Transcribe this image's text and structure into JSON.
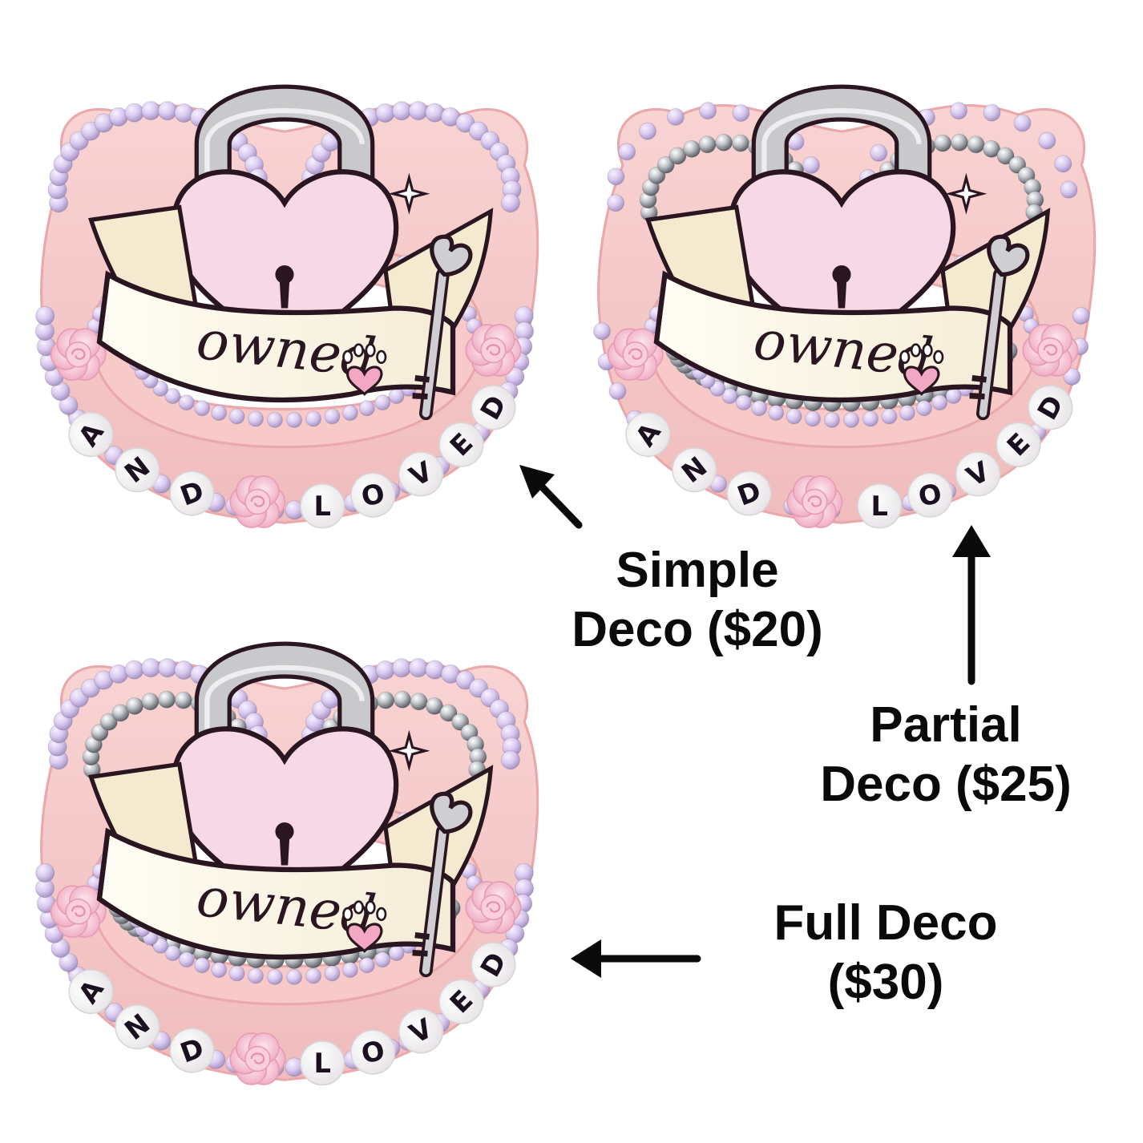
{
  "colors": {
    "base": "#f7c9c9",
    "base_dark": "#e9a9ab",
    "pearl": "#d6c6ec",
    "pearl_highlight": "#f4eefc",
    "steel": "#b9bcc2",
    "steel_highlight": "#f2f3f5",
    "rose": "#f6bfd0",
    "bead": "#ffffff",
    "bead_text": "#1b1020",
    "banner": "#fbf4e4",
    "lock_body": "#f7d9e6",
    "lock_shackle": "#c9c9cc",
    "outline": "#2a1620",
    "arrow": "#0a0a0a"
  },
  "pacifiers": [
    {
      "variant": "simple",
      "banner_text": "owned",
      "bead_letters": [
        "A",
        "N",
        "D",
        "L",
        "O",
        "V",
        "E",
        "D"
      ],
      "outer_pearls": true,
      "inner_pearls": true,
      "steel_beads": false
    },
    {
      "variant": "partial",
      "banner_text": "owned",
      "bead_letters": [
        "A",
        "N",
        "D",
        "L",
        "O",
        "V",
        "E",
        "D"
      ],
      "outer_pearls": false,
      "inner_pearls": true,
      "steel_beads": true
    },
    {
      "variant": "full",
      "banner_text": "owned",
      "bead_letters": [
        "A",
        "N",
        "D",
        "L",
        "O",
        "V",
        "E",
        "D"
      ],
      "outer_pearls": true,
      "inner_pearls": true,
      "steel_beads": true
    }
  ],
  "captions": {
    "simple": {
      "line1": "Simple",
      "line2": "Deco ($20)"
    },
    "partial": {
      "line1": "Partial",
      "line2": "Deco ($25)"
    },
    "full": {
      "line1": "Full Deco",
      "line2": "($30)"
    }
  },
  "icons": [
    "arrow-up-left-icon",
    "arrow-up-icon",
    "arrow-left-icon",
    "paw-heart-icon",
    "key-icon",
    "heart-lock-icon",
    "rose-icon"
  ]
}
